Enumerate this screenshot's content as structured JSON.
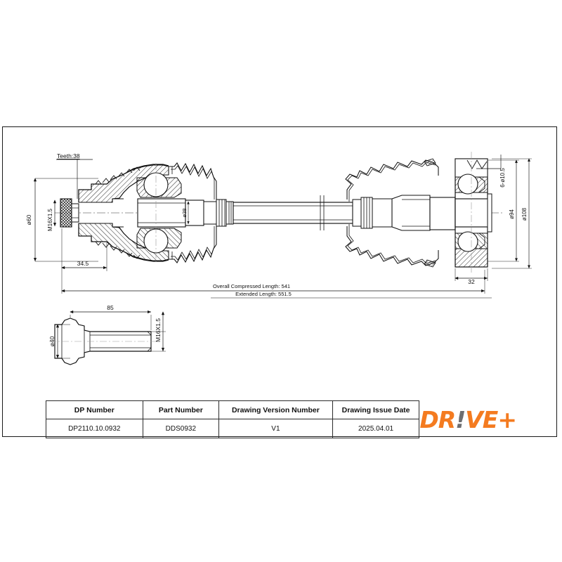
{
  "document": {
    "type": "technical-engineering-drawing",
    "subject": "CV joint drive shaft assembly"
  },
  "drawing": {
    "annotations": {
      "teeth": "Teeth:38",
      "dia60": "ø60",
      "thread_left": "M16X1.5",
      "len_34_5": "34.5",
      "dia38": "ø38",
      "overall_compressed": "Overall  Compressed  Length: 541",
      "extended_length": "Extended  Length: 551.5",
      "holes": "6-ø10.5",
      "dia94": "ø94",
      "dia108": "ø108",
      "len_32": "32"
    },
    "bolt_detail": {
      "length": "85",
      "head_dia": "ø40",
      "thread": "M16X1.5"
    }
  },
  "title_block": {
    "headers": [
      "DP Number",
      "Part Number",
      "Drawing Version Number",
      "Drawing Issue Date"
    ],
    "values": [
      "DP2110.10.0932",
      "DDS0932",
      "V1",
      "2025.04.01"
    ],
    "logo": {
      "part1": "DR",
      "bang": "!",
      "part2": "VE+",
      "color_orange": "#F47B20",
      "color_gray": "#6d6e71"
    }
  }
}
